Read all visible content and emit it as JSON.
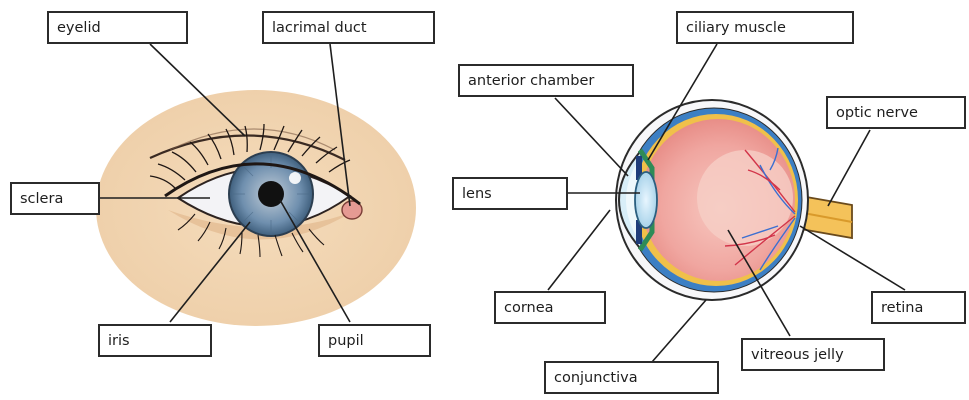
{
  "labels": {
    "eyelid": "eyelid",
    "lacrimal_duct": "lacrimal duct",
    "sclera": "sclera",
    "iris": "iris",
    "pupil": "pupil",
    "ciliary_muscle": "ciliary muscle",
    "anterior_chamber": "anterior chamber",
    "optic_nerve": "optic nerve",
    "lens": "lens",
    "cornea": "cornea",
    "retina": "retina",
    "vitreous_jelly": "vitreous jelly",
    "conjunctiva": "conjunctiva"
  },
  "colors": {
    "skin": "#f2d6b3",
    "iris": "#6f8fae",
    "eyeball": "#f0a6a0",
    "optic_nerve": "#f4c25a",
    "vessel_red": "#d2354a",
    "vessel_blue": "#3b6fd1"
  }
}
